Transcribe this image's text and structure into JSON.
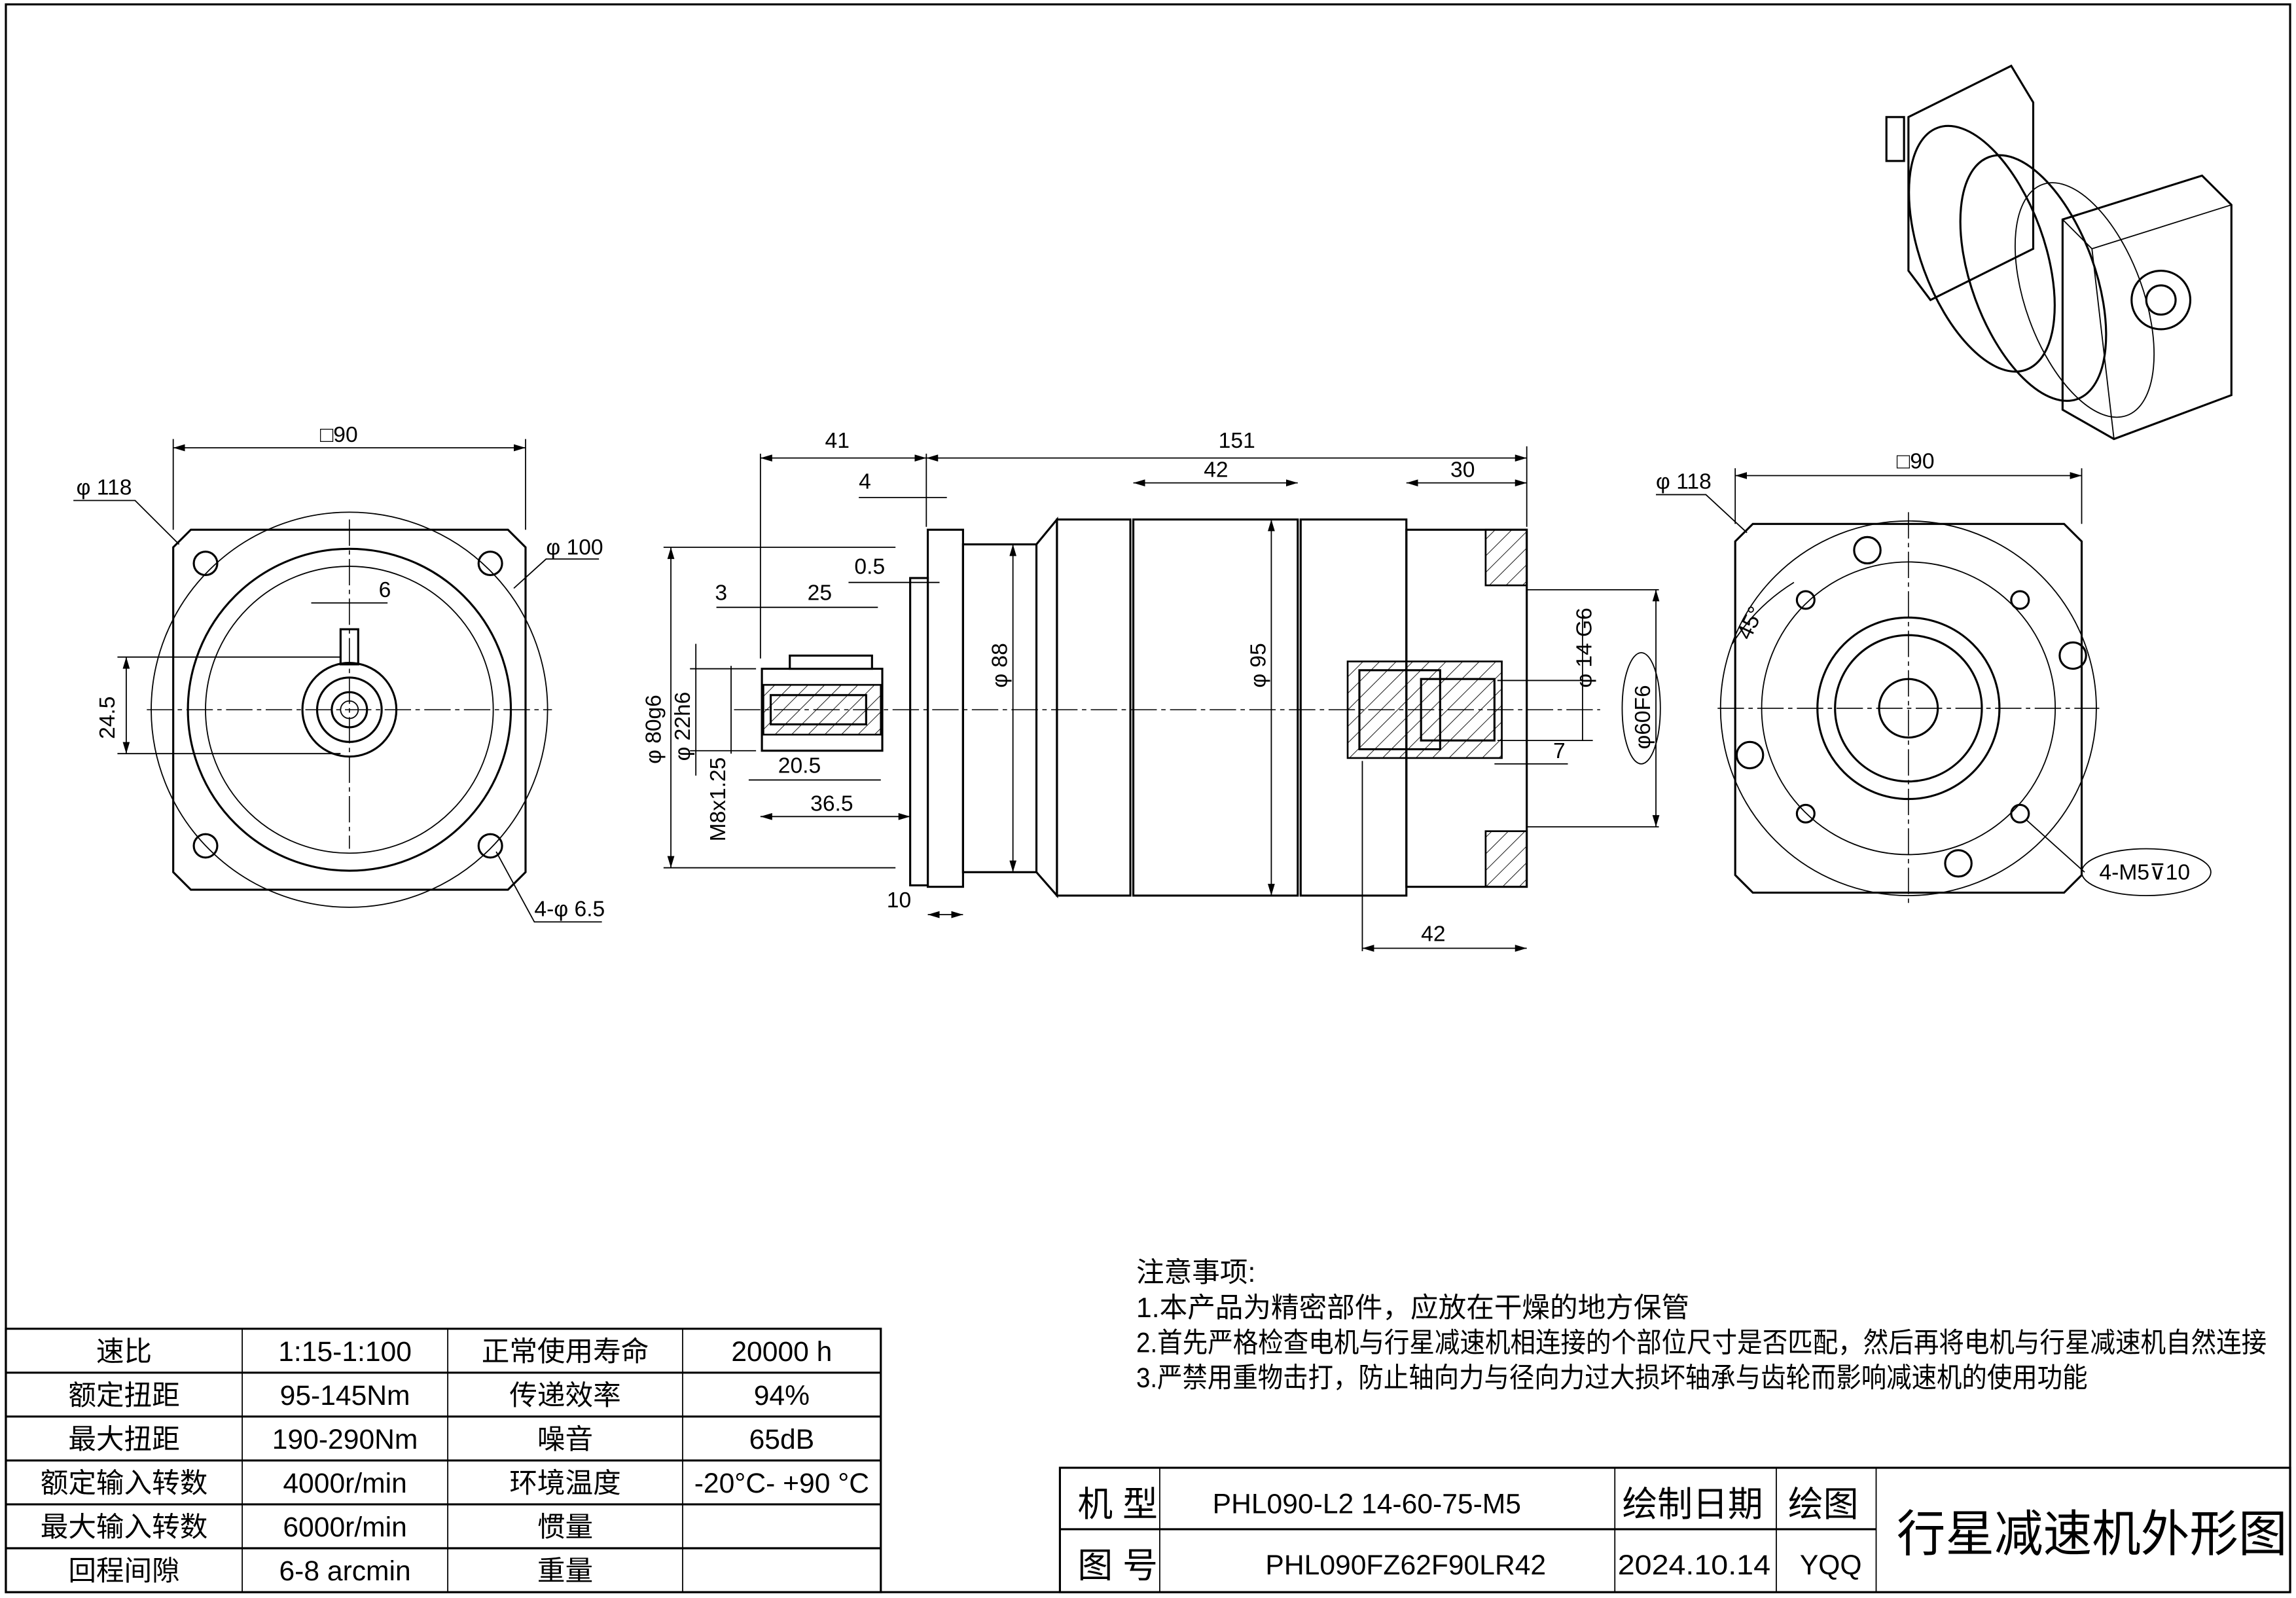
{
  "front_view": {
    "square": "□90",
    "dia_outer": "φ 118",
    "dia_pcd": "φ 100",
    "key_width": "6",
    "key_height": "24.5",
    "holes": "4-φ 6.5"
  },
  "side_view": {
    "d41": "41",
    "d151": "151",
    "d4": "4",
    "d42_top": "42",
    "d30": "30",
    "d05": "0.5",
    "d3": "3",
    "d25": "25",
    "d20_5": "20.5",
    "d36_5": "36.5",
    "d10": "10",
    "d42_bottom": "42",
    "d7": "7",
    "dia80": "φ 80g6",
    "dia22": "φ 22h6",
    "thread": "M8x1.25",
    "dia88": "φ 88",
    "dia95": "φ 95",
    "dia14": "φ 14 G6",
    "dia60": "φ60F6"
  },
  "rear_view": {
    "dia_outer": "φ 118",
    "square": "□90",
    "angle": "45°",
    "holes": "4-M5⊽10"
  },
  "notes": {
    "title": "注意事项:",
    "items": [
      "1.本产品为精密部件，应放在干燥的地方保管",
      "2.首先严格检查电机与行星减速机相连接的个部位尺寸是否匹配，然后再将电机与行星减速机自然连接",
      "3.严禁用重物击打，防止轴向力与径向力过大损坏轴承与齿轮而影响减速机的使用功能"
    ]
  },
  "spec_table": {
    "rows": [
      [
        "速比",
        "1:15-1:100",
        "正常使用寿命",
        "20000 h"
      ],
      [
        "额定扭距",
        "95-145Nm",
        "传递效率",
        "94%"
      ],
      [
        "最大扭距",
        "190-290Nm",
        "噪音",
        "65dB"
      ],
      [
        "额定输入转数",
        "4000r/min",
        "环境温度",
        "-20°C- +90 °C"
      ],
      [
        "最大输入转数",
        "6000r/min",
        "惯量",
        ""
      ],
      [
        "回程间隙",
        "6-8 arcmin",
        "重量",
        ""
      ]
    ]
  },
  "title_block": {
    "model_label": "机 型",
    "model_value": "PHL090-L2 14-60-75-M5",
    "drawing_no_label": "图 号",
    "drawing_no_value": "PHL090FZ62F90LR42",
    "date_label": "绘制日期",
    "date_value": "2024.10.14",
    "drawer_label": "绘图",
    "drawer_value": "YQQ",
    "title": "行星减速机外形图"
  }
}
